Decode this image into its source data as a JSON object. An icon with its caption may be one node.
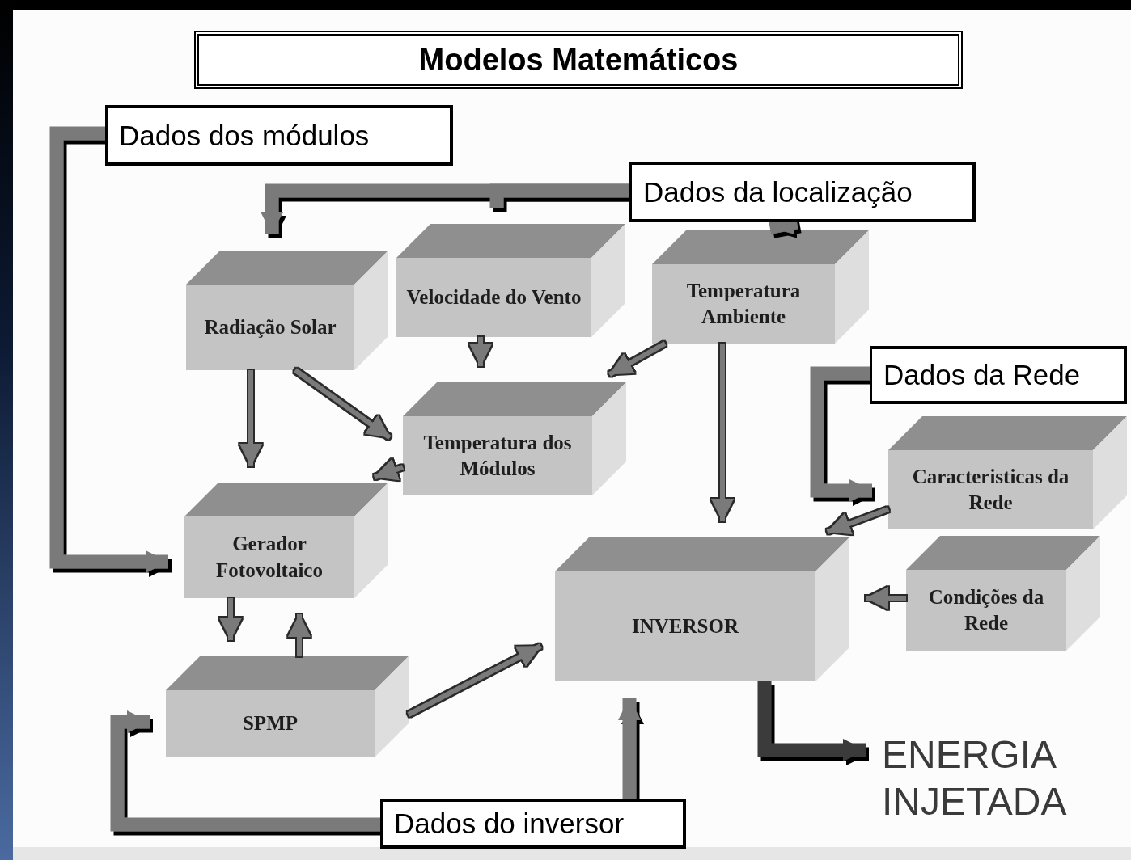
{
  "diagram": {
    "title": "Modelos Matemáticos",
    "nodes": [
      {
        "text": [
          "Dados dos módulos"
        ]
      },
      {
        "text": [
          "Dados da localização"
        ]
      },
      {
        "text": [
          "Radiação Solar"
        ]
      },
      {
        "text": [
          "Velocidade do Vento"
        ]
      },
      {
        "text": [
          "Temperatura Ambiente"
        ]
      },
      {
        "text": [
          "Dados da Rede"
        ]
      },
      {
        "text": [
          "Temperatura dos Módulos"
        ]
      },
      {
        "text": [
          "Caracteristicas da Rede"
        ]
      },
      {
        "text": [
          "Gerador Fotovoltaico"
        ]
      },
      {
        "text": [
          "INVERSOR"
        ]
      },
      {
        "text": [
          "Condições da Rede"
        ]
      },
      {
        "text": [
          "SPMP"
        ]
      },
      {
        "text": [
          "Dados do inversor"
        ]
      },
      {
        "text": [
          "ENERGIA INJETADA"
        ]
      }
    ],
    "edges": [
      {
        "from": 0,
        "to": 8,
        "arrow": "to",
        "style": "thick"
      },
      {
        "from": 1,
        "to": 2,
        "arrow": "to",
        "style": "thick"
      },
      {
        "from": 1,
        "to": 3,
        "arrow": "to",
        "style": "thick"
      },
      {
        "from": 1,
        "to": 4,
        "arrow": "to",
        "style": "thick"
      },
      {
        "from": 2,
        "to": 8,
        "arrow": "to"
      },
      {
        "from": 2,
        "to": 6,
        "arrow": "to"
      },
      {
        "from": 3,
        "to": 6,
        "arrow": "to"
      },
      {
        "from": 4,
        "to": 6,
        "arrow": "to"
      },
      {
        "from": 4,
        "to": 9,
        "arrow": "to"
      },
      {
        "from": 5,
        "to": 7,
        "arrow": "to",
        "style": "thick"
      },
      {
        "from": 7,
        "to": 9,
        "arrow": "to"
      },
      {
        "from": 10,
        "to": 9,
        "arrow": "to"
      },
      {
        "from": 6,
        "to": 8,
        "arrow": "to"
      },
      {
        "from": 8,
        "to": 11,
        "arrow": "to"
      },
      {
        "from": 11,
        "to": 8,
        "arrow": "to"
      },
      {
        "from": 11,
        "to": 9,
        "arrow": "to"
      },
      {
        "from": 12,
        "to": 11,
        "arrow": "to",
        "style": "thick"
      },
      {
        "from": 12,
        "to": 9,
        "arrow": "to",
        "style": "thick"
      },
      {
        "from": 9,
        "to": 13,
        "arrow": "to",
        "style": "thick",
        "color": "#3a3a3a"
      }
    ]
  }
}
